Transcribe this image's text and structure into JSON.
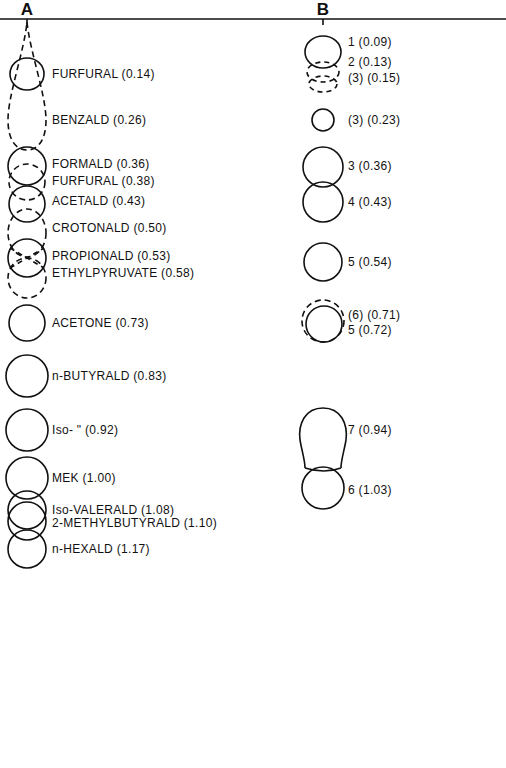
{
  "diagram": {
    "labels": [
      "A",
      "B",
      "FURFURAL (0.14)",
      "BENZALD (0.26)",
      "FORMALD (0.36)",
      "FURFURAL (0.38)",
      "ACETALD (0.43)",
      "CROTONALD (0.50)",
      "PROPIONALD (0.53)",
      "ETHYLPYRUVATE (0.58)",
      "ACETONE (0.73)",
      "n-BUTYRALD (0.83)",
      "Iso- \" (0.92)",
      "MEK (1.00)",
      "Iso-VALERALD (1.08)",
      "2-METHYLBUTYRALD (1.10)",
      "n-HEXALD (1.17)",
      "1 (0.09)",
      "2 (0.13)",
      "(3) (0.15)",
      "(3) (0.23)",
      "3 (0.36)",
      "4 (0.43)",
      "5 (0.54)",
      "(6) (0.71)",
      "5 (0.72)",
      "7 (0.94)",
      "6 (1.03)"
    ]
  }
}
